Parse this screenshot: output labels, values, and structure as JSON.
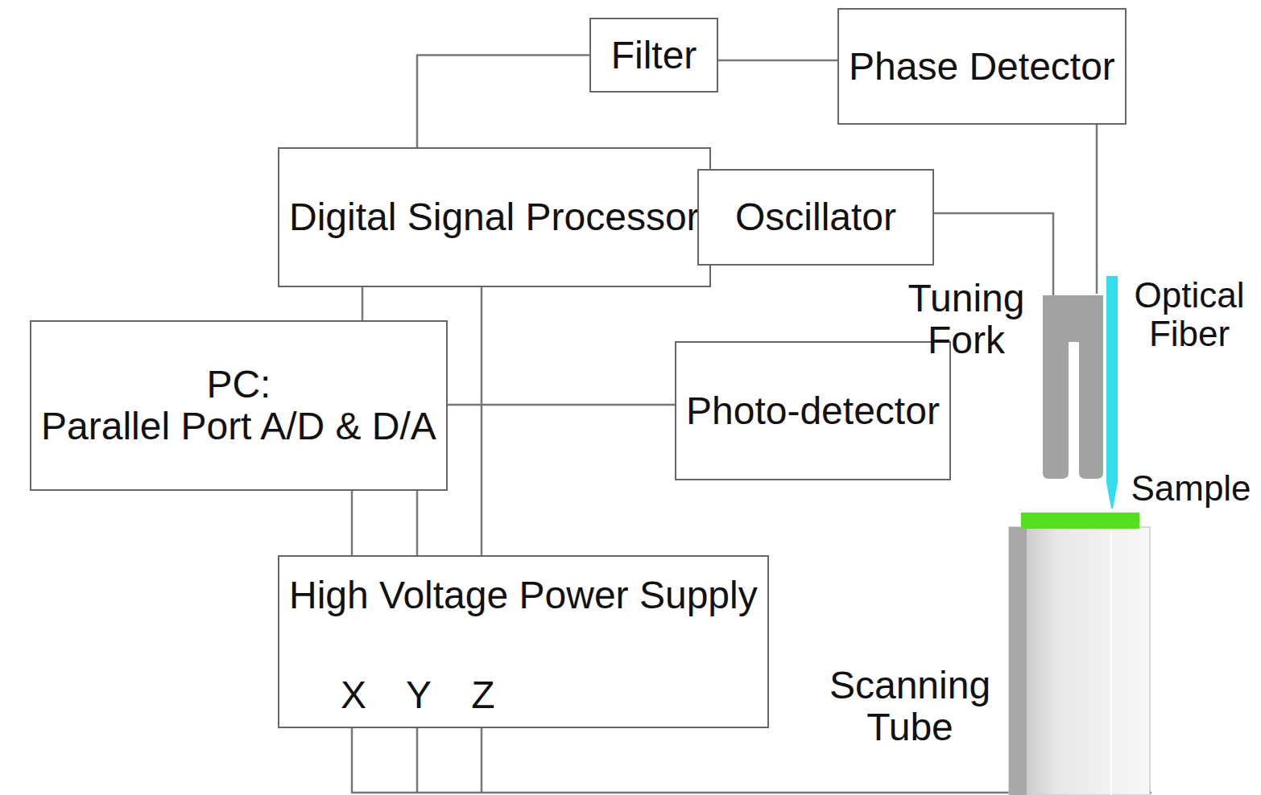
{
  "diagram": {
    "nodes": [
      {
        "text": [
          "Filter"
        ]
      },
      {
        "text": [
          "Phase Detector"
        ]
      },
      {
        "text": [
          "Digital Signal Processor"
        ]
      },
      {
        "text": [
          "Oscillator"
        ]
      },
      {
        "text": [
          "PC:",
          "Parallel Port A/D & D/A"
        ]
      },
      {
        "text": [
          "Photo-detector"
        ]
      },
      {
        "text": [
          "High Voltage Power Supply",
          "X",
          "Y",
          "Z"
        ]
      }
    ],
    "edges": [
      {
        "from": 2,
        "to": 0,
        "arrow": "none"
      },
      {
        "from": 0,
        "to": 1,
        "arrow": "none"
      },
      {
        "from": 2,
        "to": 3,
        "arrow": "none"
      },
      {
        "from": 2,
        "to": 4,
        "arrow": "none"
      },
      {
        "from": 4,
        "to": 5,
        "arrow": "none"
      },
      {
        "from": 2,
        "to": 6,
        "arrow": "none"
      },
      {
        "from": 4,
        "to": 6,
        "arrow": "none"
      },
      {
        "from": 4,
        "to": 6,
        "arrow": "none"
      }
    ],
    "labels": [
      "Tuning Fork",
      "Optical Fiber",
      "Sample",
      "Scanning Tube"
    ]
  }
}
